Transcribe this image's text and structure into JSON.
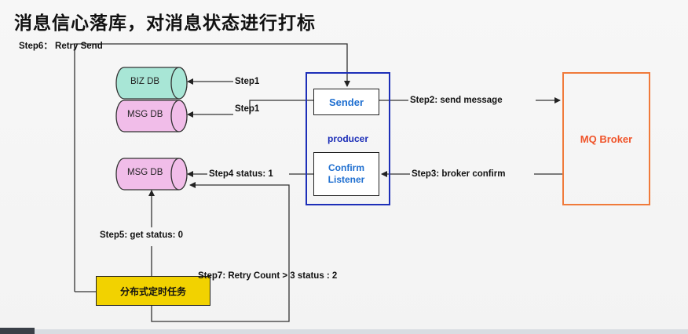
{
  "title": "消息信心落库，对消息状态进行打标",
  "databases": {
    "biz_db": "BIZ DB",
    "msg_db_top": "MSG DB",
    "msg_db_bottom": "MSG DB"
  },
  "producer": {
    "label": "producer",
    "sender": "Sender",
    "confirm_line1": "Confirm",
    "confirm_line2": "Listener"
  },
  "broker": "MQ Broker",
  "task": "分布式定时任务",
  "steps": {
    "step6": "Step6： Retry Send",
    "step1_a": "Step1",
    "step1_b": "Step1",
    "step2": "Step2:  send message",
    "step3": "Step3:  broker confirm",
    "step4": "Step4 status: 1",
    "step5": "Step5: get status:  0",
    "step7": "Step7: Retry Count > 3 status : 2"
  },
  "colors": {
    "biz_db_fill": "#a8e6d6",
    "msg_db_fill": "#f1bde9",
    "producer_border": "#1d2fb8",
    "sender_text": "#1f6fd0",
    "broker_border": "#f07a3a",
    "broker_text": "#f0542a",
    "task_fill": "#f2d200"
  }
}
